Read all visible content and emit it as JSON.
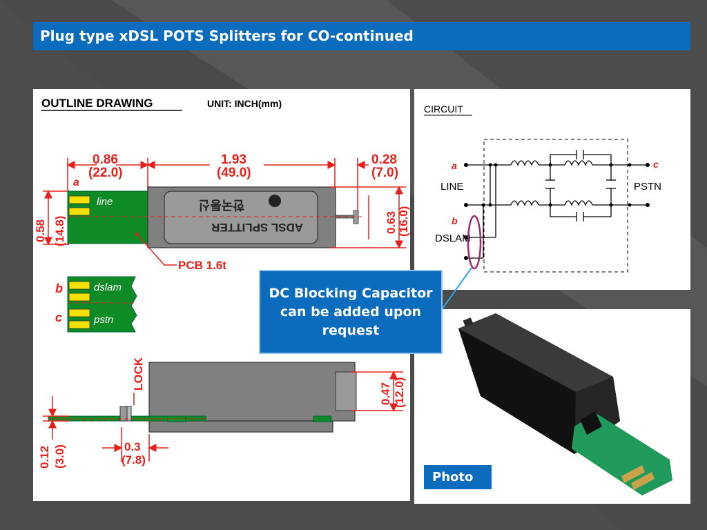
{
  "slide": {
    "title": "Plug type xDSL POTS Splitters for CO-continued",
    "callout": "DC Blocking Capacitor can be added upon request",
    "photo_label": "Photo"
  },
  "outline": {
    "heading": "OUTLINE DRAWING",
    "unit": "UNIT: INCH(mm)",
    "dim_left_in": "0.86",
    "dim_left_mm": "(22.0)",
    "dim_mid_in": "1.93",
    "dim_mid_mm": "(49.0)",
    "dim_right_in": "0.28",
    "dim_right_mm": "(7.0)",
    "dim_height_in": "0.58",
    "dim_height_mm": "(14.8)",
    "dim_plug_in": "0.63",
    "dim_plug_mm": "(16.0)",
    "pcb_label": "PCB 1.6t",
    "label_a": "a",
    "label_b": "b",
    "label_c": "c",
    "pad_line": "line",
    "pad_dslam": "dslam",
    "pad_pstn": "pstn",
    "body_line1": "한국통신",
    "body_line2": "ADSL SPLITTER",
    "lock_label": "LOCK",
    "dim_side_in": "0.47",
    "dim_side_mm": "(12.0)",
    "dim_pcb_in": "0.12",
    "dim_pcb_mm": "(3.0)",
    "dim_lock_in": "0.3",
    "dim_lock_mm": "(7.8)"
  },
  "circuit": {
    "heading": "CIRCUIT",
    "node_a": "a",
    "node_b": "b",
    "node_c": "c",
    "label_line": "LINE",
    "label_pstn": "PSTN",
    "label_dslam": "DSLAM"
  },
  "colors": {
    "title_blue": "#0b6bbd",
    "dim_red": "#e8201c",
    "pcb_green": "#0e8a26",
    "highlight_ellipse": "#a0266e"
  }
}
